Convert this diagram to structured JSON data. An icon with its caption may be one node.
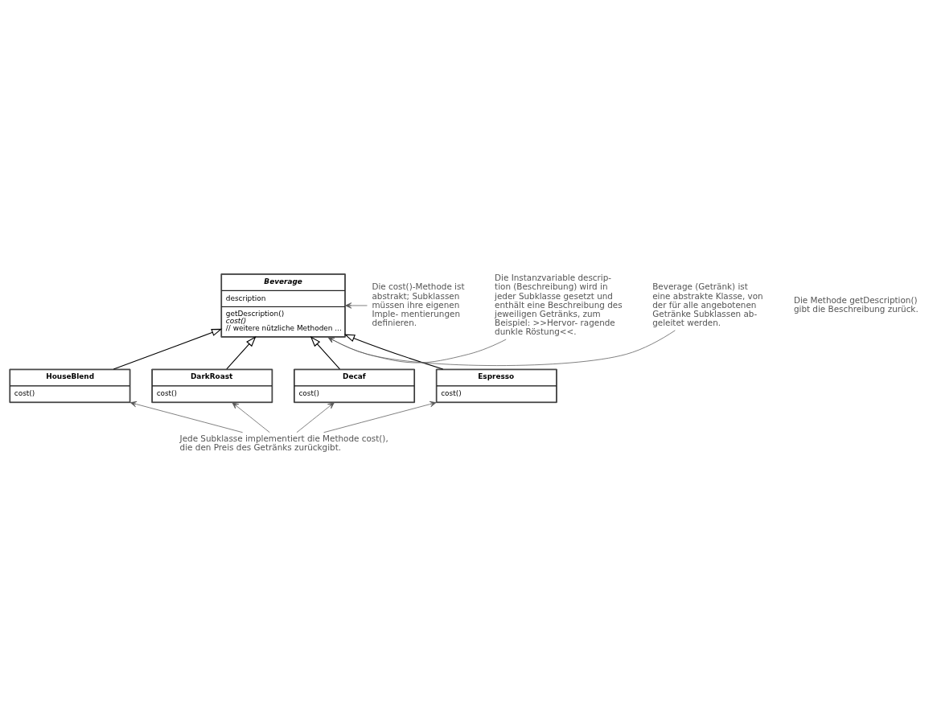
{
  "diagram": {
    "nodes": [
      {
        "text": [
          "Beverage",
          "description",
          "getDescription()",
          "cost()",
          "// weitere nützliche Methoden ..."
        ]
      },
      {
        "text": [
          "HouseBlend",
          "cost()"
        ]
      },
      {
        "text": [
          "DarkRoast",
          "cost()"
        ]
      },
      {
        "text": [
          "Decaf",
          "cost()"
        ]
      },
      {
        "text": [
          "Espresso",
          "cost()"
        ]
      },
      {
        "text": [
          "Beverage (Getränk) ist eine abstrakte Klasse, von der für alle angebotenen Getränke Subklassen ab- geleitet werden."
        ]
      },
      {
        "text": [
          "Die Instanzvariable descrip- tion (Beschreibung) wird in jeder Subklasse gesetzt und enthält eine Beschreibung des jeweiligen Getränks, zum Beispiel: >>Hervor- ragende dunkle Röstung<<."
        ]
      },
      {
        "text": [
          "Die cost()-Methode ist abstrakt; Subklassen müssen ihre eigenen Imple- mentierungen definieren."
        ]
      },
      {
        "text": [
          "Jede Subklasse implementiert die Methode cost(), die den Preis des Getränks zurückgibt."
        ]
      }
    ],
    "edges": [
      {
        "from": 1,
        "to": 0,
        "arrow": "to",
        "color": "#000000"
      },
      {
        "from": 2,
        "to": 0,
        "arrow": "to",
        "color": "#000000"
      },
      {
        "from": 3,
        "to": 0,
        "arrow": "to",
        "color": "#000000"
      },
      {
        "from": 4,
        "to": 0,
        "arrow": "to",
        "color": "#000000"
      },
      {
        "from": 5,
        "to": 0,
        "arrow": "to"
      },
      {
        "from": 6,
        "to": 0,
        "arrow": "to"
      },
      {
        "from": 7,
        "to": 0,
        "arrow": "to"
      },
      {
        "from": 8,
        "to": 1,
        "arrow": "to"
      },
      {
        "from": 8,
        "to": 2,
        "arrow": "to"
      },
      {
        "from": 8,
        "to": 3,
        "arrow": "to"
      },
      {
        "from": 8,
        "to": 4,
        "arrow": "to"
      }
    ],
    "labels": [
      "Die Methode getDescription() gibt die Beschreibung zurück."
    ]
  }
}
